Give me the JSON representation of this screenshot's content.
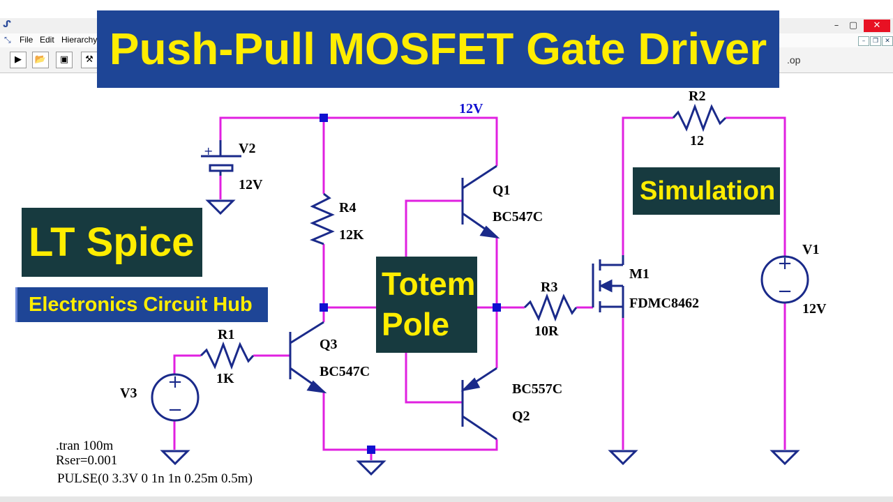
{
  "window": {
    "menus": [
      "File",
      "Edit",
      "Hierarchy"
    ],
    "op_label": ".op",
    "controls": {
      "minimize": "–",
      "restore": "▢",
      "close": "✕"
    }
  },
  "banners": {
    "title": "Push-Pull MOSFET Gate Driver",
    "ltspice": "LT Spice",
    "hub": "Electronics Circuit Hub",
    "totem_line1": "Totem",
    "totem_line2": "Pole",
    "simulation": "Simulation"
  },
  "components": {
    "V2": {
      "name": "V2",
      "value": "12V"
    },
    "R4": {
      "name": "R4",
      "value": "12K"
    },
    "Q1": {
      "name": "Q1",
      "value": "BC547C"
    },
    "Q2": {
      "name": "Q2",
      "value": "BC557C"
    },
    "Q3": {
      "name": "Q3",
      "value": "BC547C"
    },
    "R1": {
      "name": "R1",
      "value": "1K"
    },
    "R2": {
      "name": "R2",
      "value": "12"
    },
    "R3": {
      "name": "R3",
      "value": "10R"
    },
    "M1": {
      "name": "M1",
      "value": "FDMC8462"
    },
    "V1": {
      "name": "V1",
      "value": "12V"
    },
    "V3": {
      "name": "V3"
    }
  },
  "net_label_12v": "12V",
  "spice": {
    "tran": ".tran 100m",
    "rser": "Rser=0.001",
    "pulse": "PULSE(0 3.3V 0 1n 1n 0.25m 0.5m)"
  },
  "colors": {
    "wire": "#e020e0",
    "component": "#1a2a8a",
    "junction": "#1010d0",
    "title_bg": "#1e4596",
    "accent_text": "#ffed00",
    "dark_box": "#173a3f"
  }
}
